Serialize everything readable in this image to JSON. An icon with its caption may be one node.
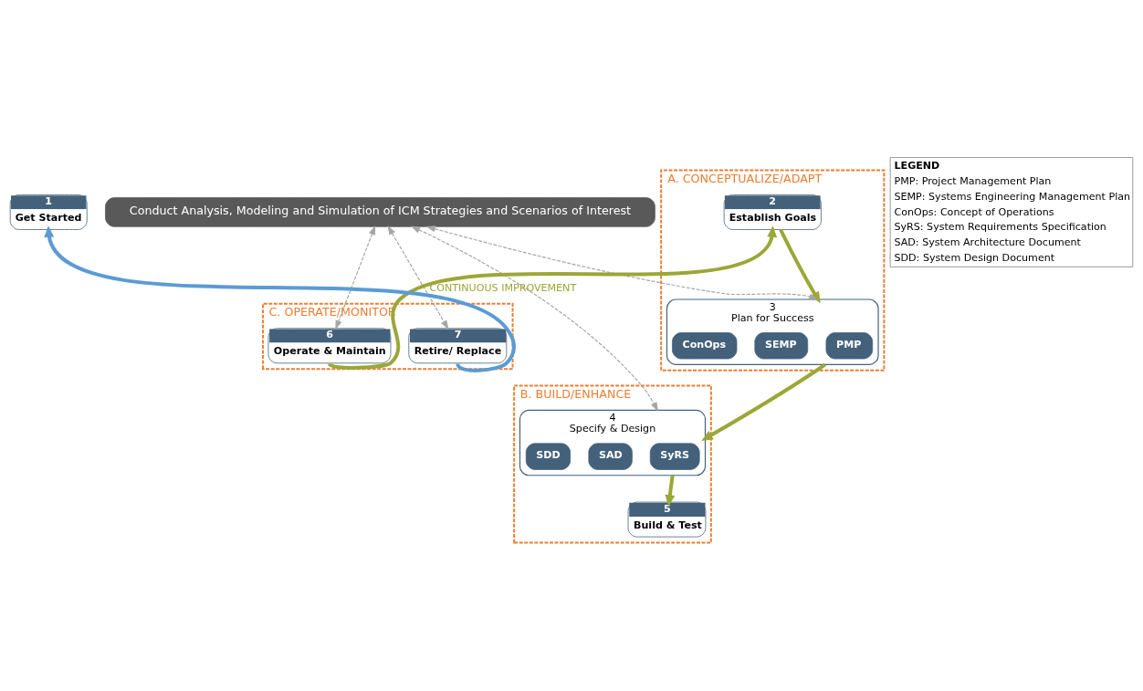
{
  "diagram": {
    "nodes": [
      {
        "text": [
          "A. CONCEPTUALIZE/ADAPT"
        ]
      },
      {
        "text": [
          "1",
          "Get Started"
        ]
      },
      {
        "text": [
          "2",
          "Establish Goals"
        ],
        "in": 0
      },
      {
        "text": [
          "Conduct Analysis, Modeling and Simulation of ICM Strategies and Scenarios of Interest"
        ]
      },
      {
        "text": [
          "3",
          "Plan for Success"
        ],
        "in": 0
      },
      {
        "text": [
          "PMP"
        ],
        "in": 4
      },
      {
        "text": [
          "SEMP"
        ],
        "in": 4
      },
      {
        "text": [
          "ConOps"
        ],
        "in": 4
      },
      {
        "text": [
          "B. BUILD/ENHANCE"
        ]
      },
      {
        "text": [
          "4",
          "Specify & Design"
        ],
        "in": 8
      },
      {
        "text": [
          "SyRS"
        ],
        "in": 9
      },
      {
        "text": [
          "SAD"
        ],
        "in": 9
      },
      {
        "text": [
          "SDD"
        ],
        "in": 9
      },
      {
        "text": [
          "5",
          "Build & Test"
        ],
        "in": 8
      },
      {
        "text": [
          "C. OPERATE/MONITOR"
        ]
      },
      {
        "text": [
          "6",
          "Operate & Maintain"
        ],
        "in": 14
      },
      {
        "text": [
          "7",
          "Retire/ Replace"
        ],
        "in": 14
      }
    ],
    "edges": [
      {
        "from": 2,
        "to": 4,
        "arrow": "to",
        "color": "#9ba737"
      },
      {
        "from": 4,
        "to": 9,
        "arrow": "to",
        "color": "#9ba737"
      },
      {
        "from": 9,
        "to": 13,
        "arrow": "to",
        "color": "#9ba737"
      },
      {
        "from": 15,
        "to": 2,
        "arrow": "to",
        "label": "CONTINUOUS IMPROVEMENT",
        "color": "#9ba737"
      },
      {
        "from": 16,
        "to": 1,
        "arrow": "to",
        "color": "#5b9bd5"
      },
      {
        "from": 3,
        "to": 4,
        "arrow": "both",
        "style": "dashed",
        "color": "#a6a6a6"
      },
      {
        "from": 3,
        "to": 9,
        "arrow": "both",
        "style": "dashed",
        "color": "#a6a6a6"
      },
      {
        "from": 3,
        "to": 15,
        "arrow": "both",
        "style": "dashed",
        "color": "#a6a6a6"
      },
      {
        "from": 3,
        "to": 16,
        "arrow": "both",
        "style": "dashed",
        "color": "#a6a6a6"
      }
    ],
    "labels": [
      "LEGEND",
      "PMP: Project Management Plan",
      "SEMP: Systems Engineering Management Plan",
      "ConOps: Concept of Operations",
      "SyRS: System Requirements Specification",
      "SAD: System Architecture Document",
      "SDD: System Design Document"
    ]
  }
}
